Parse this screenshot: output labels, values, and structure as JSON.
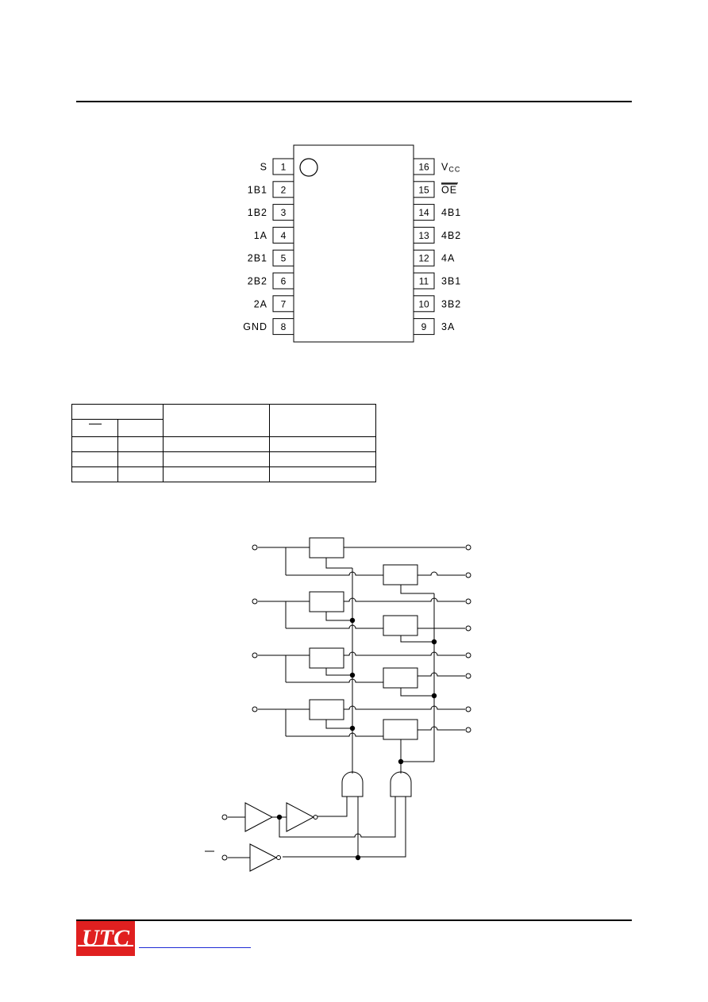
{
  "pinout": {
    "left_pins": [
      {
        "num": "1",
        "label": "S"
      },
      {
        "num": "2",
        "label": "1B1"
      },
      {
        "num": "3",
        "label": "1B2"
      },
      {
        "num": "4",
        "label": "1A"
      },
      {
        "num": "5",
        "label": "2B1"
      },
      {
        "num": "6",
        "label": "2B2"
      },
      {
        "num": "7",
        "label": "2A"
      },
      {
        "num": "8",
        "label": "GND"
      }
    ],
    "right_pins": [
      {
        "num": "16",
        "label": "V",
        "sub": "CC"
      },
      {
        "num": "15",
        "label": "OE",
        "overline": true
      },
      {
        "num": "14",
        "label": "4B1"
      },
      {
        "num": "13",
        "label": "4B2"
      },
      {
        "num": "12",
        "label": "4A"
      },
      {
        "num": "11",
        "label": "3B1"
      },
      {
        "num": "10",
        "label": "3B2"
      },
      {
        "num": "9",
        "label": "3A"
      }
    ]
  },
  "footer": {
    "logo_text": "UTC",
    "brand_color": "#e02020",
    "link_color": "#1f2bd4"
  }
}
